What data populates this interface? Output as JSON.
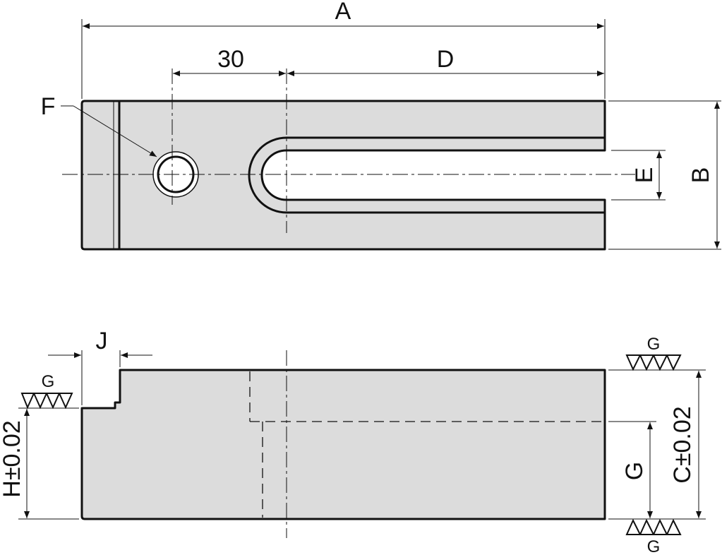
{
  "dimensions": {
    "A": "A",
    "B": "B",
    "D": "D",
    "E": "E",
    "F": "F",
    "J": "J",
    "G": "G",
    "thirty": "30",
    "C_tol": "C±0.02",
    "H_tol": "H±0.02"
  },
  "surface_finish": {
    "label": "G"
  },
  "colors": {
    "part_fill": "#dcdcdc",
    "line": "#111111",
    "background": "#ffffff"
  }
}
